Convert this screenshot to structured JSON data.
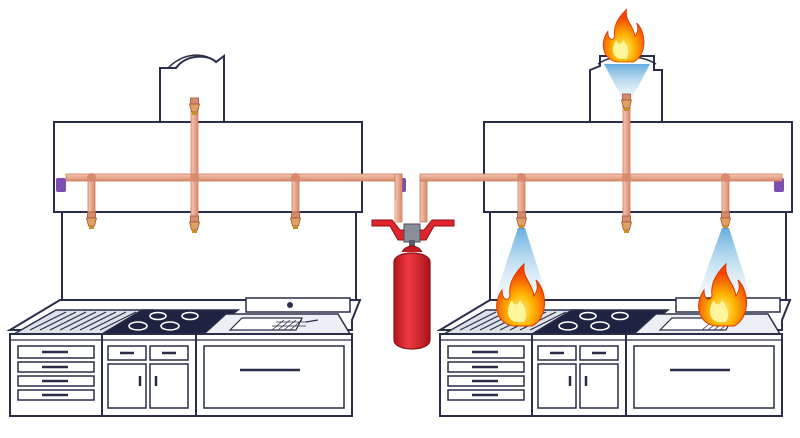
{
  "scene": {
    "left_kitchen": {
      "state": "idle",
      "nozzles": [
        "duct-nozzle",
        "hood-nozzle-left",
        "hood-nozzle-center",
        "hood-nozzle-right"
      ],
      "appliances": [
        "griddle",
        "induction-cooktop",
        "deep-fryer"
      ]
    },
    "right_kitchen": {
      "state": "discharging",
      "nozzles": [
        "duct-nozzle",
        "hood-nozzle-left",
        "hood-nozzle-center",
        "hood-nozzle-right"
      ],
      "appliances": [
        "griddle",
        "induction-cooktop",
        "deep-fryer"
      ],
      "fire_locations": [
        "duct-exhaust",
        "griddle",
        "deep-fryer"
      ]
    },
    "extinguisher_cylinder": {
      "color": "#e0262c"
    }
  },
  "colors": {
    "line": "#2a2e4a",
    "pipe": "#eaa58a",
    "pipe_edge": "#c97a5c",
    "cylinder": "#e0262c",
    "spray": "#5fa8d8",
    "flame_outer": "#f25c05",
    "flame_inner": "#ffc107",
    "detector": "#7a4fb0"
  },
  "icons": [
    "fire-icon",
    "nozzle-icon",
    "spray-cone-icon",
    "extinguisher-icon",
    "detector-icon"
  ]
}
